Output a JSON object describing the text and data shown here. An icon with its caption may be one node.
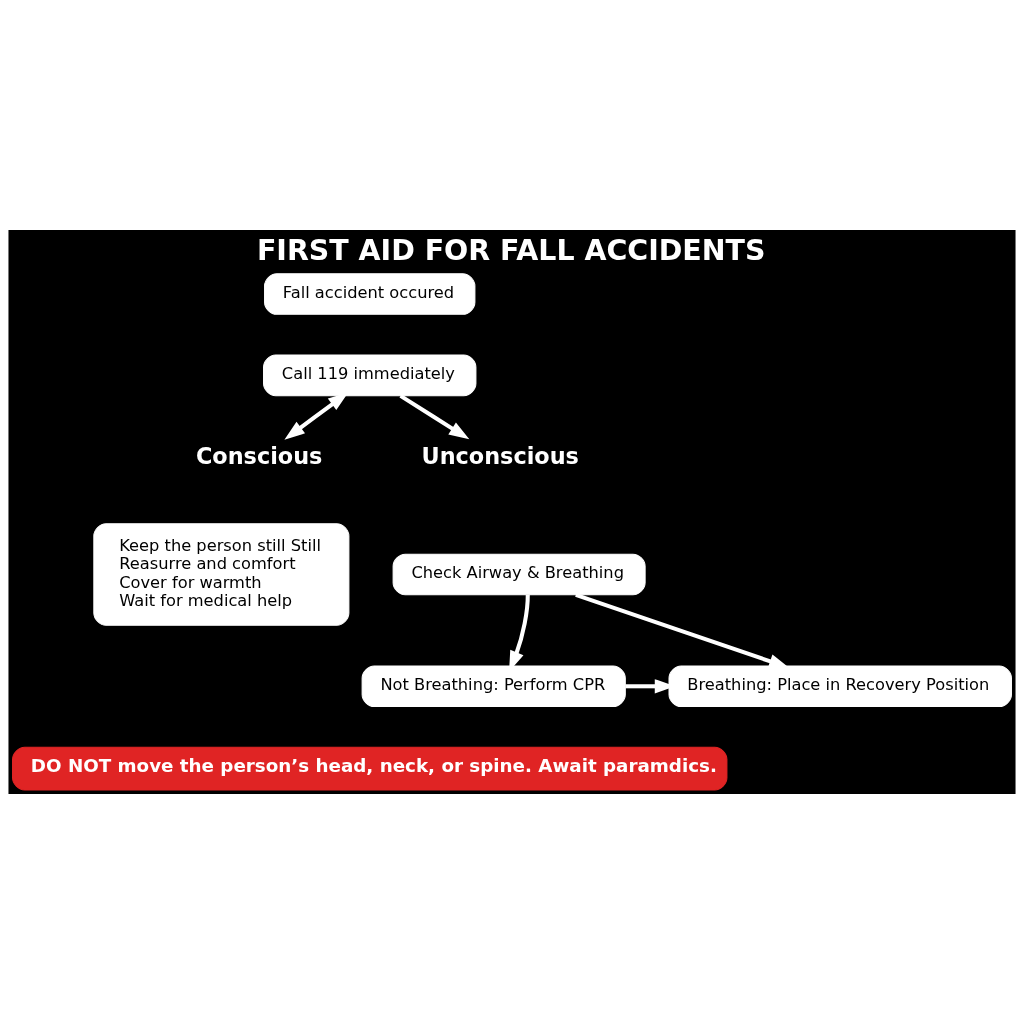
{
  "diagram": {
    "title": "FIRST AID FOR FALL ACCIDENTS",
    "nodes": [
      {
        "text": [
          "Fall accident occured"
        ]
      },
      {
        "text": [
          "Call 119 immediately"
        ]
      },
      {
        "text": [
          "Conscious"
        ]
      },
      {
        "text": [
          "Unconscious"
        ]
      },
      {
        "text": [
          "Keep the person still Still",
          "Reasurre and comfort",
          "Cover for warmth",
          "Wait for medical help"
        ]
      },
      {
        "text": [
          "Check Airway & Breathing"
        ]
      },
      {
        "text": [
          "Not Breathing: Perform CPR"
        ]
      },
      {
        "text": [
          "Breathing: Place in Recovery Position"
        ]
      },
      {
        "text": [
          "DO NOT move the person’s head, neck, or spine. Await paramdics."
        ]
      }
    ],
    "edges": [
      {
        "from": 1,
        "to": 2,
        "arrow": "both"
      },
      {
        "from": 1,
        "to": 3,
        "arrow": "to"
      },
      {
        "from": 5,
        "to": 6,
        "arrow": "to"
      },
      {
        "from": 5,
        "to": 7,
        "arrow": "to"
      },
      {
        "from": 6,
        "to": 7,
        "arrow": "to"
      }
    ]
  }
}
